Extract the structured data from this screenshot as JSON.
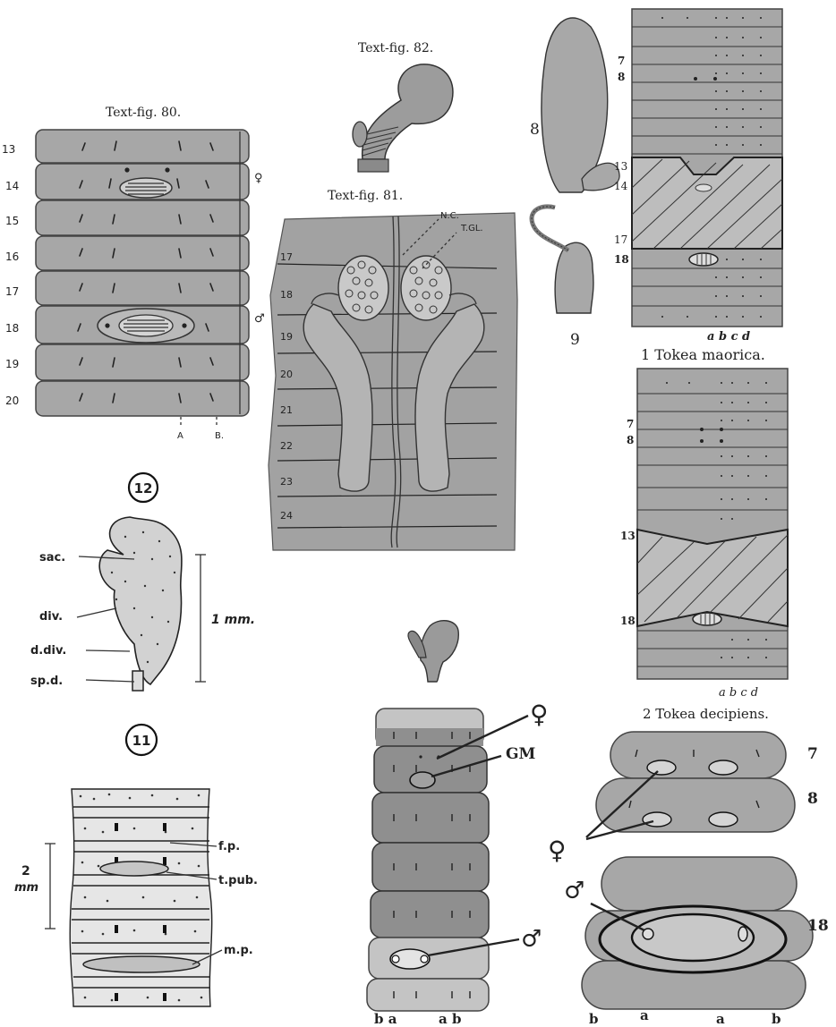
{
  "fig80": {
    "title": "Text-fig. 80.",
    "segments": [
      "13",
      "14",
      "15",
      "16",
      "17",
      "18",
      "19",
      "20"
    ],
    "female_symbol": "♀",
    "male_symbol": "♂",
    "setae_labels": [
      "A",
      "B."
    ]
  },
  "fig82": {
    "title": "Text-fig. 82."
  },
  "fig81": {
    "title": "Text-fig. 81.",
    "labels": {
      "nc": "N.C.",
      "tgl": "T.GL."
    },
    "segments": [
      "17",
      "18",
      "19",
      "20",
      "21",
      "22",
      "23",
      "24"
    ]
  },
  "fig8_9": {
    "label8": "8",
    "label9": "9"
  },
  "tokea1": {
    "segments": [
      "7",
      "8",
      "13",
      "14",
      "17",
      "18"
    ],
    "setae": "a b c d",
    "caption": "1 Tokea maorica."
  },
  "tokea2": {
    "segments": [
      "7",
      "8",
      "13",
      "18"
    ],
    "setae": "a b c d",
    "caption": "2 Tokea decipiens."
  },
  "fig12": {
    "number": "12",
    "labels": [
      "sac.",
      "div.",
      "d.div.",
      "sp.d."
    ],
    "scale": "1 mm."
  },
  "fig11": {
    "number": "11",
    "labels": [
      "f.p.",
      "t.pub.",
      "m.p."
    ],
    "scale_value": "2",
    "scale_unit": "mm"
  },
  "bottom_center": {
    "female_symbol": "♀",
    "gm": "GM",
    "male_symbol": "♂",
    "setae_left": "b a",
    "setae_right": "a b"
  },
  "bottom_right": {
    "seg7": "7",
    "seg8": "8",
    "seg18": "18",
    "female_symbol": "♀",
    "male_symbol": "♂",
    "setae": [
      "b",
      "a",
      "a",
      "b"
    ]
  }
}
